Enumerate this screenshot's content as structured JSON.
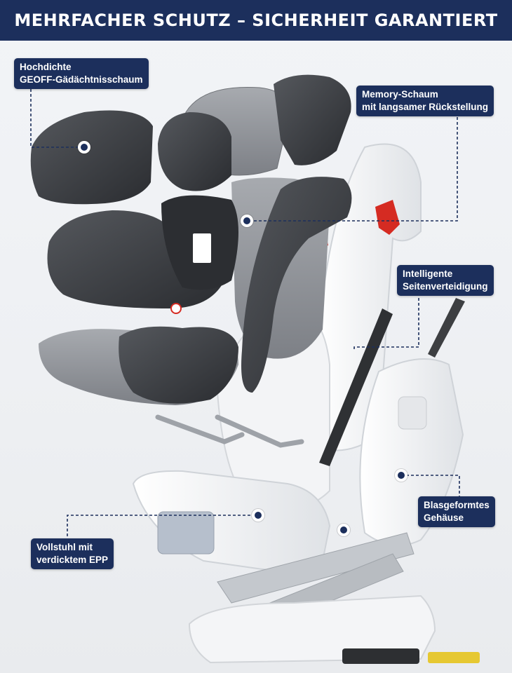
{
  "header": {
    "title": "MEHRFACHER SCHUTZ – SICHERHEIT GARANTIERT"
  },
  "callouts": {
    "foam": {
      "line1": "Hochdichte",
      "line2": "GEOFF-Gädächtnisschaum"
    },
    "memory": {
      "line1": "Memory-Schaum",
      "line2": "mit langsamer Rückstellung"
    },
    "side": {
      "line1": "Intelligente",
      "line2": "Seitenverteidigung"
    },
    "shell": {
      "line1": "Blasgeformtes",
      "line2": "Gehäuse"
    },
    "epp": {
      "line1": "Vollstuhl mit",
      "line2": "verdicktem EPP"
    }
  },
  "colors": {
    "brand": "#1c2f5c",
    "seat_dark": "#3a3c40",
    "seat_gray": "#8d9096",
    "shell_white": "#f7f8f9",
    "accent_red": "#d52b22"
  }
}
